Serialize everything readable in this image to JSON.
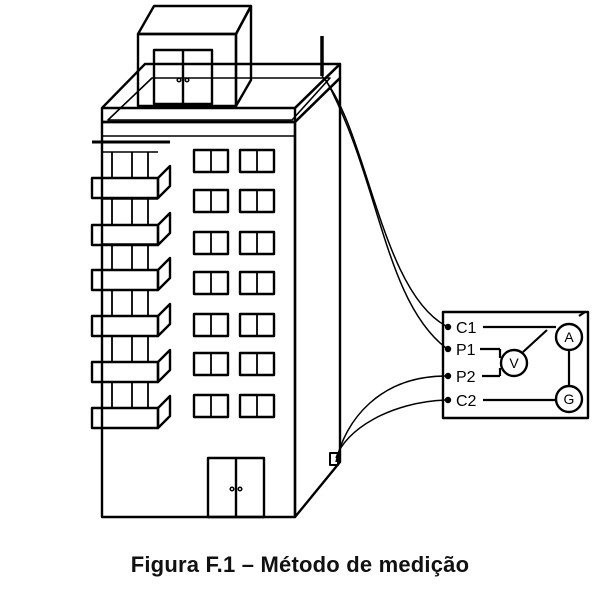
{
  "caption": "Figura F.1 – Método de medição",
  "terminals": {
    "c1": "C1",
    "p1": "P1",
    "p2": "P2",
    "c2": "C2"
  },
  "instruments": {
    "ammeter": "A",
    "voltmeter": "V",
    "generator": "G"
  }
}
